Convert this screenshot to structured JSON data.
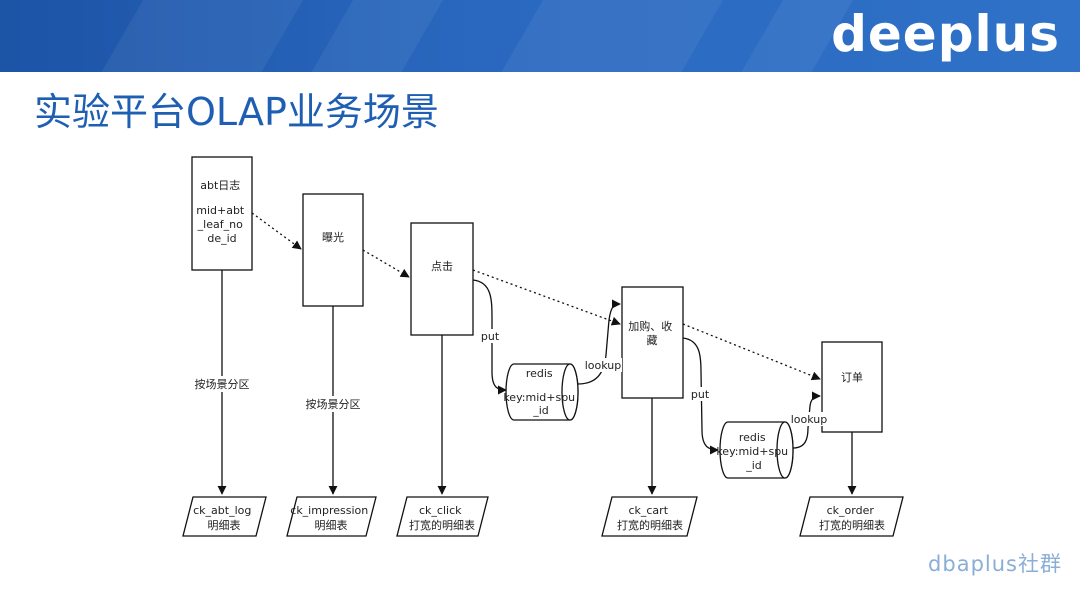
{
  "brand": "deeplus",
  "title": "实验平台OLAP业务场景",
  "watermark": "dbaplus社群",
  "diagram": {
    "process_boxes": [
      {
        "id": "abt",
        "lines": [
          "abt日志",
          "",
          "mid+abt",
          "_leaf_no",
          "de_id"
        ]
      },
      {
        "id": "impression",
        "lines": [
          "曝光"
        ]
      },
      {
        "id": "click",
        "lines": [
          "点击"
        ]
      },
      {
        "id": "cart",
        "lines": [
          "加购、收",
          "藏"
        ]
      },
      {
        "id": "order",
        "lines": [
          "订单"
        ]
      }
    ],
    "tables": [
      {
        "id": "ck_abt_log",
        "lines": [
          "ck_abt_log",
          "明细表"
        ]
      },
      {
        "id": "ck_impression",
        "lines": [
          "ck_impression",
          "明细表"
        ]
      },
      {
        "id": "ck_click",
        "lines": [
          "ck_click",
          "打宽的明细表"
        ]
      },
      {
        "id": "ck_cart",
        "lines": [
          "ck_cart",
          "打宽的明细表"
        ]
      },
      {
        "id": "ck_order",
        "lines": [
          "ck_order",
          "打宽的明细表"
        ]
      }
    ],
    "caches": [
      {
        "id": "redis1",
        "lines": [
          "redis",
          "",
          "key:mid+spu",
          "_id"
        ]
      },
      {
        "id": "redis2",
        "lines": [
          "redis",
          "key:mid+spu",
          "_id"
        ]
      }
    ],
    "edge_labels": {
      "partition_abt": "按场景分区",
      "partition_impression": "按场景分区",
      "put1": "put",
      "lookup1": "lookup",
      "put2": "put",
      "lookup2": "lookup"
    }
  }
}
